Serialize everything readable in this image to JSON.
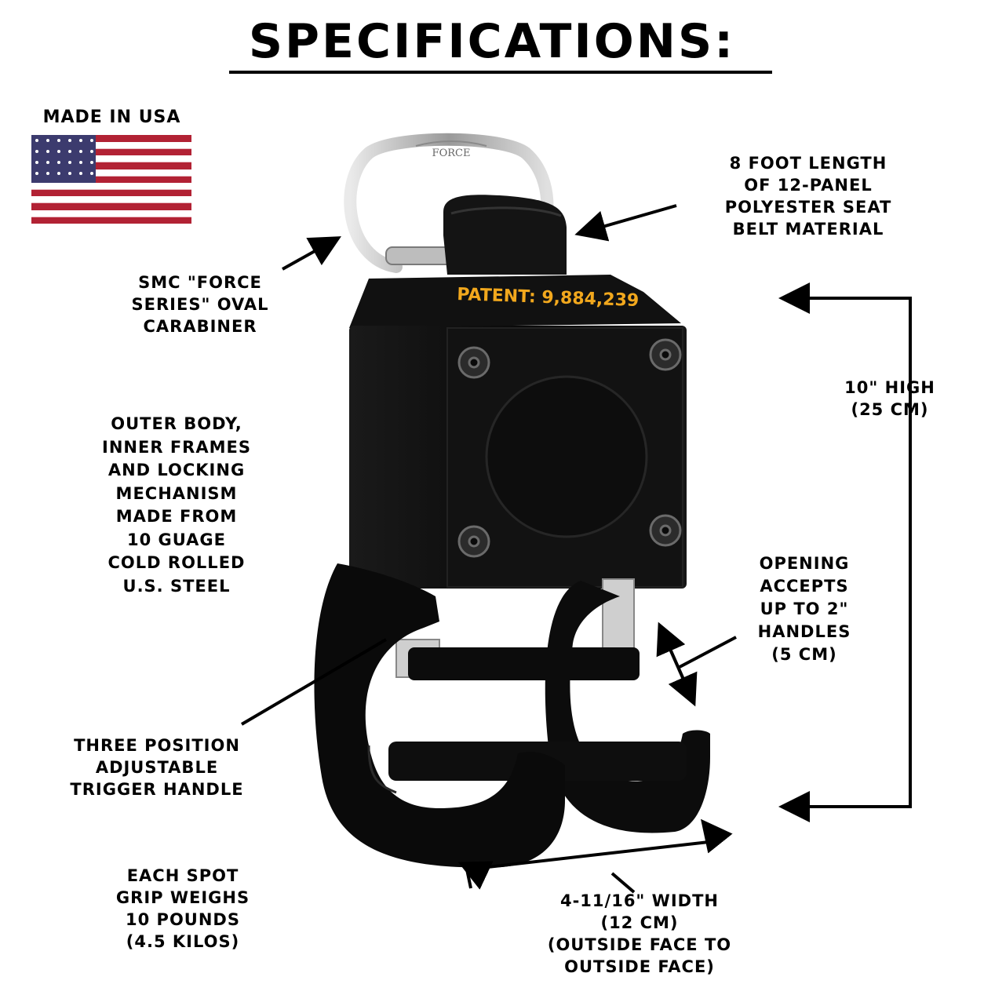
{
  "title": "SPECIFICATIONS:",
  "made_in": "MADE IN USA",
  "patent": "PATENT: 9,884,239",
  "carabiner_brand": "FORCE",
  "carabiner_label": [
    "SMC \"FORCE",
    "SERIES\" OVAL",
    "CARABINER"
  ],
  "belt_label": [
    "8 FOOT LENGTH",
    "OF 12-PANEL",
    "POLYESTER SEAT",
    "BELT MATERIAL"
  ],
  "height_label": [
    "10\" HIGH",
    "(25 CM)"
  ],
  "body_label": [
    "OUTER BODY,",
    "INNER FRAMES",
    "AND LOCKING",
    "MECHANISM",
    "MADE FROM",
    "10 GUAGE",
    "COLD ROLLED",
    "U.S. STEEL"
  ],
  "opening_label": [
    "OPENING",
    "ACCEPTS",
    "UP TO 2\"",
    "HANDLES",
    "(5 CM)"
  ],
  "trigger_label": [
    "THREE POSITION",
    "ADJUSTABLE",
    "TRIGGER HANDLE"
  ],
  "weight_label": [
    "EACH SPOT",
    "GRIP WEIGHS",
    "10 POUNDS",
    "(4.5 KILOS)"
  ],
  "width_label": [
    "4-11/16\" WIDTH",
    "(12 CM)",
    "(OUTSIDE FACE TO",
    "OUTSIDE FACE)"
  ],
  "colors": {
    "flag_red": "#b22234",
    "flag_blue": "#3c3b6e",
    "patent_text": "#f2a81d",
    "body": "#0c0c0c",
    "steel": "#c9c9c9"
  }
}
